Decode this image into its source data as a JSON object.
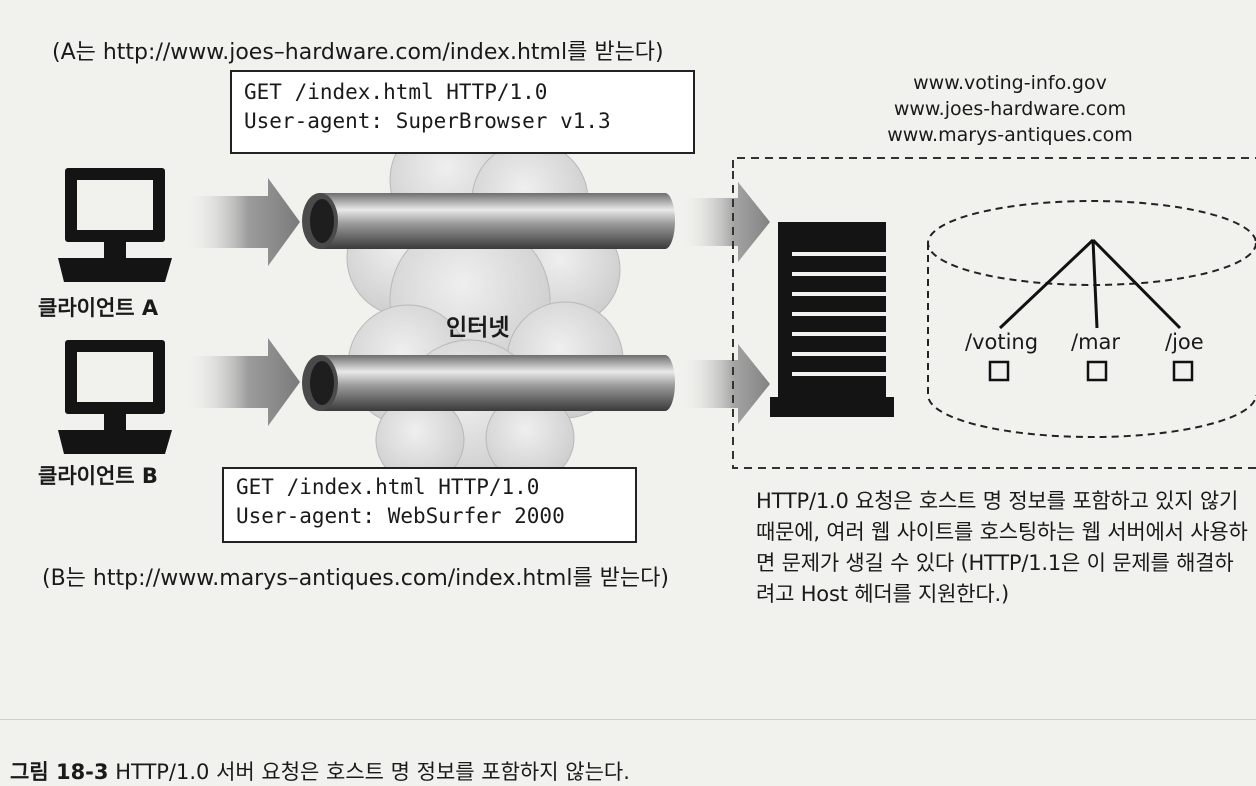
{
  "client_a": {
    "note": "(A는 http://www.joes–hardware.com/index.html를 받는다)",
    "request_line1": "GET /index.html HTTP/1.0",
    "request_line2": "User-agent: SuperBrowser v1.3",
    "label": "클라이언트 A"
  },
  "client_b": {
    "note": "(B는 http://www.marys–antiques.com/index.html를 받는다)",
    "request_line1": "GET /index.html HTTP/1.0",
    "request_line2": "User-agent: WebSurfer 2000",
    "label": "클라이언트 B"
  },
  "internet_label": "인터넷",
  "hosts": [
    "www.voting-info.gov",
    "www.joes-hardware.com",
    "www.marys-antiques.com"
  ],
  "paths": [
    "/voting",
    "/mar",
    "/joe"
  ],
  "explanation": "HTTP/1.0 요청은 호스트 명 정보를 포함하고 있지 않기 때문에, 여러 웹 사이트를 호스팅하는 웹 서버에서 사용하면 문제가 생길 수 있다 (HTTP/1.1은 이 문제를 해결하려고 Host 헤더를 지원한다.)",
  "caption": {
    "label": "그림 18-3",
    "text": " HTTP/1.0 서버 요청은 호스트 명 정보를 포함하지 않는다."
  }
}
